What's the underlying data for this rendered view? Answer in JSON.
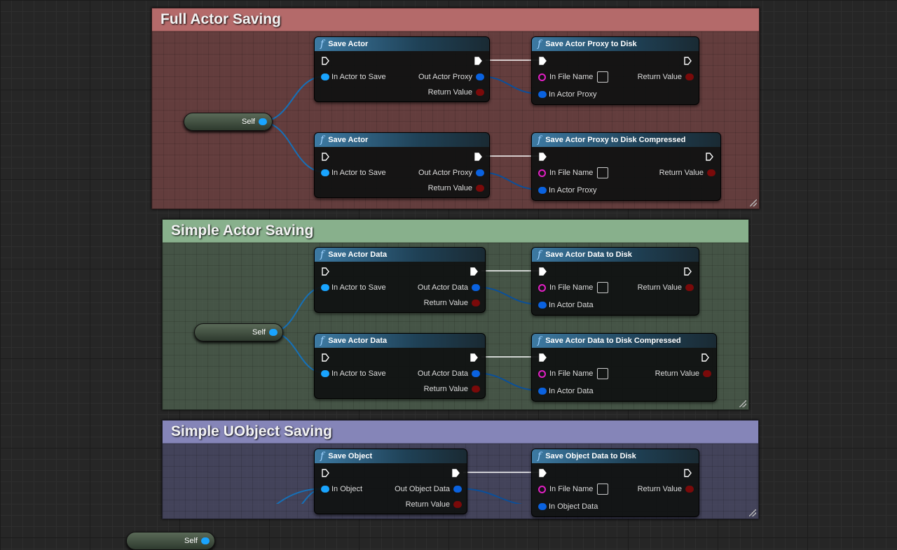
{
  "comments": [
    {
      "title": "Full Actor Saving",
      "color": "#b46a6a",
      "body": "rgba(120,70,70,0.75)"
    },
    {
      "title": "Simple Actor Saving",
      "color": "#88b08c",
      "body": "rgba(80,100,82,0.75)"
    },
    {
      "title": "Simple UObject Saving",
      "color": "#8585b8",
      "body": "rgba(78,78,108,0.75)"
    }
  ],
  "self_label": "Self",
  "nodes": [
    {
      "title": "Save Actor",
      "in": [
        "In Actor to Save"
      ],
      "out": [
        "Out Actor Proxy",
        "Return Value"
      ]
    },
    {
      "title": "Save Actor Proxy to Disk",
      "in": [
        "In File Name",
        "In Actor Proxy"
      ],
      "out": [
        "Return Value"
      ]
    },
    {
      "title": "Save Actor",
      "in": [
        "In Actor to Save"
      ],
      "out": [
        "Out Actor Proxy",
        "Return Value"
      ]
    },
    {
      "title": "Save Actor Proxy to Disk Compressed",
      "in": [
        "In File Name",
        "In Actor Proxy"
      ],
      "out": [
        "Return Value"
      ]
    },
    {
      "title": "Save Actor Data",
      "in": [
        "In Actor to Save"
      ],
      "out": [
        "Out Actor Data",
        "Return Value"
      ]
    },
    {
      "title": "Save Actor Data to Disk",
      "in": [
        "In File Name",
        "In Actor Data"
      ],
      "out": [
        "Return Value"
      ]
    },
    {
      "title": "Save Actor Data",
      "in": [
        "In Actor to Save"
      ],
      "out": [
        "Out Actor Data",
        "Return Value"
      ]
    },
    {
      "title": "Save Actor Data to Disk Compressed",
      "in": [
        "In File Name",
        "In Actor Data"
      ],
      "out": [
        "Return Value"
      ]
    },
    {
      "title": "Save Object",
      "in": [
        "In Object"
      ],
      "out": [
        "Out Object Data",
        "Return Value"
      ]
    },
    {
      "title": "Save Object Data to Disk",
      "in": [
        "In File Name",
        "In Object Data"
      ],
      "out": [
        "Return Value"
      ]
    }
  ],
  "pin_colors": {
    "object": "#19a4ff",
    "object_out": "#0a62e0",
    "string": "#e21fc4",
    "bool": "#7a0a0a",
    "exec": "#ffffff"
  }
}
